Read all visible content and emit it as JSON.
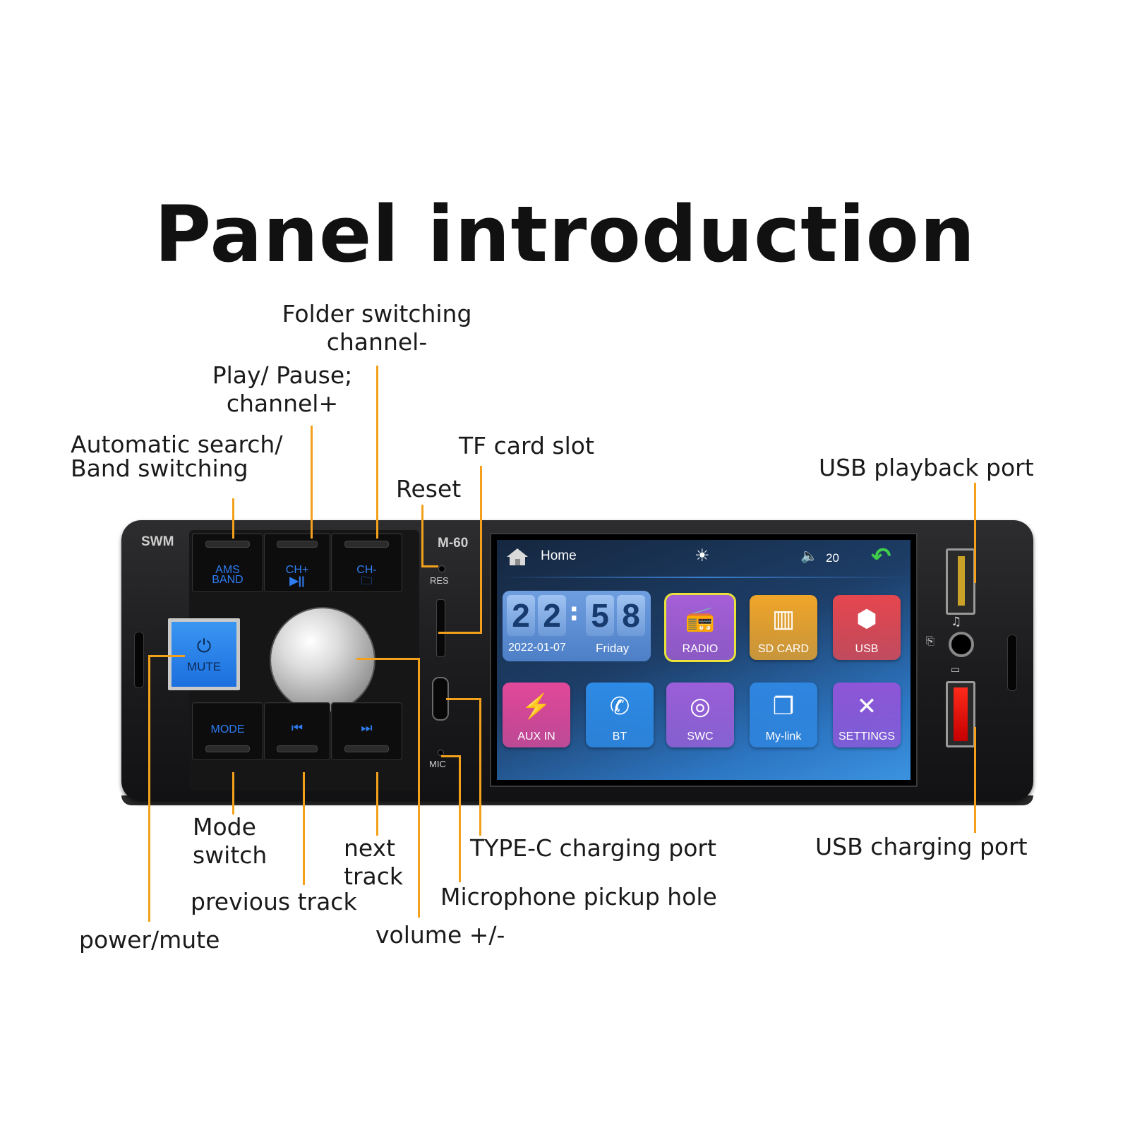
{
  "title": "Panel introduction",
  "callouts": {
    "folder_switching": [
      "Folder switching",
      "channel-"
    ],
    "play_pause": [
      "Play/ Pause;",
      "channel+"
    ],
    "auto_search": [
      "Automatic search/",
      "Band switching"
    ],
    "tf_card_slot": "TF card slot",
    "reset": "Reset",
    "usb_playback_port": "USB playback port",
    "mode_switch": [
      "Mode",
      "switch"
    ],
    "next_track": [
      "next",
      "track"
    ],
    "type_c_charging_port": "TYPE-C charging port",
    "usb_charging_port": "USB charging port",
    "previous_track": "previous track",
    "microphone_pickup_hole": "Microphone pickup hole",
    "volume": "volume +/-",
    "power_mute": "power/mute"
  },
  "device": {
    "brand": "SWM",
    "model": "M-60",
    "res_label": "RES",
    "mic_label": "MIC",
    "keys": {
      "ams_band": [
        "AMS",
        "BAND"
      ],
      "ch_plus": [
        "CH+",
        "▶||"
      ],
      "ch_minus": [
        "CH-",
        "🗀"
      ],
      "mode": "MODE",
      "prev": "⏮",
      "next": "⏭"
    },
    "mute_label": "MUTE",
    "power_glyph": "⏻",
    "accent_color": "#2f7df2",
    "callout_line_color": "#f3a11b"
  },
  "screen": {
    "status": {
      "home_label": "Home",
      "brightness_icon": "sun-icon",
      "volume_value": "20"
    },
    "clock": {
      "digits": [
        "2",
        "2",
        "5",
        "8"
      ],
      "date": "2022-01-07",
      "day": "Friday"
    },
    "apps": [
      {
        "label": "RADIO",
        "icon": "📻",
        "color": "#a65fd8",
        "selected": true
      },
      {
        "label": "SD CARD",
        "icon": "▥",
        "color": "#f0a62a",
        "selected": false
      },
      {
        "label": "USB",
        "icon": "⬢",
        "color": "#e6474f",
        "selected": false
      },
      {
        "label": "AUX IN",
        "icon": "⚡",
        "color": "#e2489a",
        "selected": false
      },
      {
        "label": "BT",
        "icon": "✆",
        "color": "#2d8be6",
        "selected": false
      },
      {
        "label": "SWC",
        "icon": "◎",
        "color": "#9b5fd9",
        "selected": false
      },
      {
        "label": "My-link",
        "icon": "❐",
        "color": "#2f86e0",
        "selected": false
      },
      {
        "label": "SETTINGS",
        "icon": "✕",
        "color": "#8e56d8",
        "selected": false
      }
    ]
  }
}
